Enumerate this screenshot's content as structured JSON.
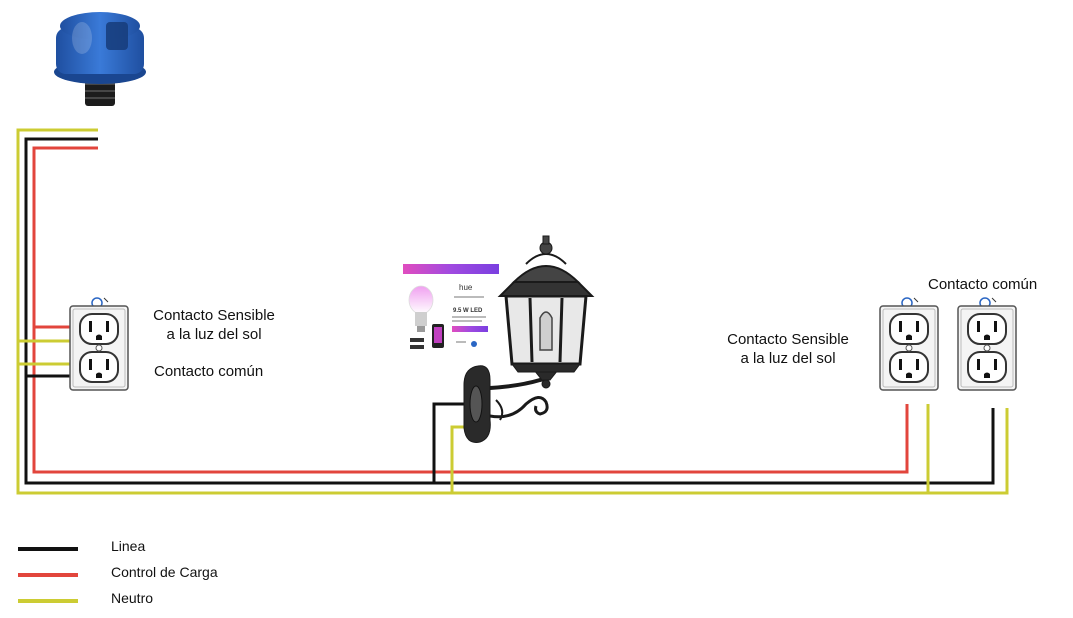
{
  "colors": {
    "linea": "#111111",
    "control": "#e2453c",
    "neutro": "#cccc33",
    "sensor_blue": "#2a66c4",
    "background": "#ffffff"
  },
  "labels": {
    "left_sensitive": [
      "Contacto Sensible",
      "a la luz del sol"
    ],
    "left_common": "Contacto común",
    "right_common": "Contacto común",
    "right_sensitive": [
      "Contacto Sensible",
      "a la luz del sol"
    ]
  },
  "legend": [
    {
      "key": "linea",
      "label": "Linea"
    },
    {
      "key": "control",
      "label": "Control de Carga"
    },
    {
      "key": "neutro",
      "label": "Neutro"
    }
  ],
  "hue_box": {
    "brand": "hue",
    "wattage": "9.5 W LED"
  },
  "icons": {
    "photocell": "photocell-sensor-icon",
    "outlet": "duplex-outlet-icon",
    "lamp": "wall-lantern-lamp-icon",
    "bulb_box": "smart-bulb-package-icon"
  }
}
